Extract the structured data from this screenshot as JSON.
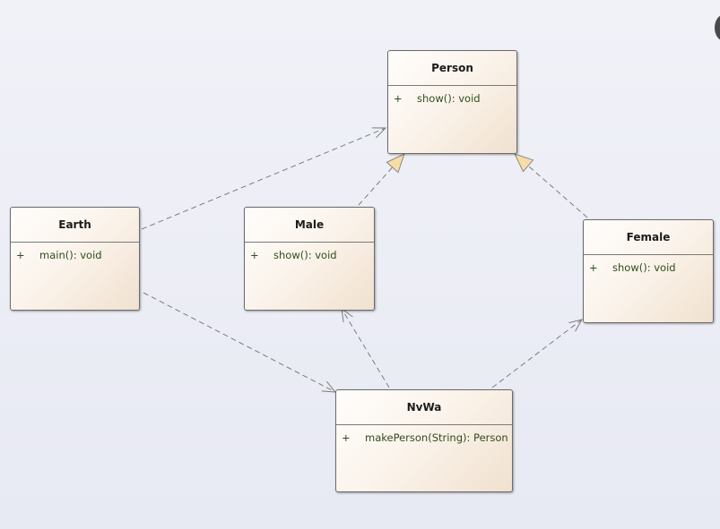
{
  "diagram": {
    "classes": [
      {
        "id": "person",
        "name": "Person",
        "operations": [
          {
            "visibility": "+",
            "signature": "show(): void"
          }
        ]
      },
      {
        "id": "earth",
        "name": "Earth",
        "operations": [
          {
            "visibility": "+",
            "signature": "main(): void"
          }
        ]
      },
      {
        "id": "male",
        "name": "Male",
        "operations": [
          {
            "visibility": "+",
            "signature": "show(): void"
          }
        ]
      },
      {
        "id": "female",
        "name": "Female",
        "operations": [
          {
            "visibility": "+",
            "signature": "show(): void"
          }
        ]
      },
      {
        "id": "nvwa",
        "name": "NvWa",
        "operations": [
          {
            "visibility": "+",
            "signature": "makePerson(String): Person"
          }
        ]
      }
    ],
    "relationships": [
      {
        "type": "dependency",
        "from": "Earth",
        "to": "Person"
      },
      {
        "type": "dependency",
        "from": "Earth",
        "to": "NvWa"
      },
      {
        "type": "dependency",
        "from": "NvWa",
        "to": "Male"
      },
      {
        "type": "dependency",
        "from": "NvWa",
        "to": "Female"
      },
      {
        "type": "generalization",
        "from": "Male",
        "to": "Person"
      },
      {
        "type": "generalization",
        "from": "Female",
        "to": "Person"
      }
    ],
    "colors": {
      "connector": "#7c7c7c",
      "operation_text": "#2f4d1c",
      "generalization_fill": "#f7dca6"
    }
  }
}
